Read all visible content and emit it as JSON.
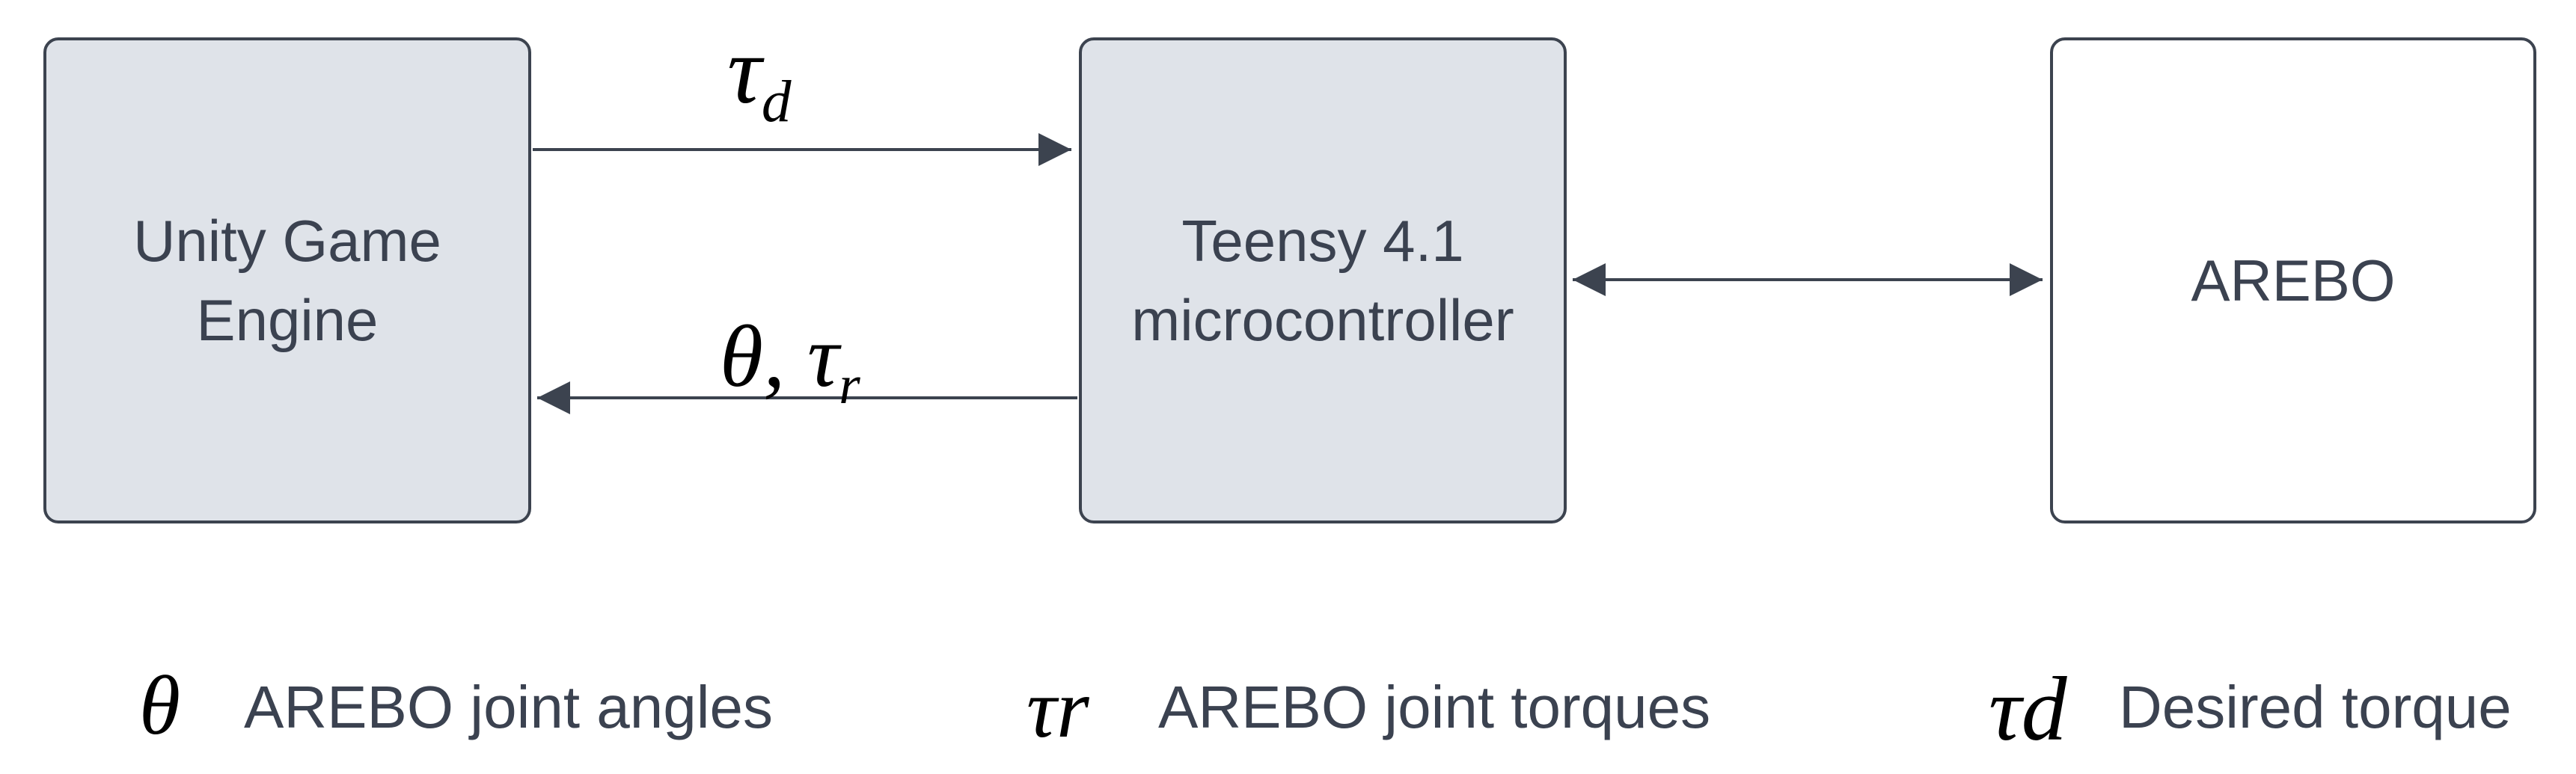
{
  "blocks": {
    "unity": "Unity Game\nEngine",
    "teensy": "Teensy 4.1\nmicrocontroller",
    "arebo": "AREBO"
  },
  "arrows": {
    "unity_to_teensy": {
      "symbol": "τ",
      "subscript": "d"
    },
    "teensy_to_unity": {
      "symbol": "θ, τ",
      "subscript": "r"
    },
    "teensy_arebo": "bidirectional"
  },
  "legend": [
    {
      "symbol": "θ",
      "subscript": "",
      "text": "AREBO joint angles"
    },
    {
      "symbol": "τ",
      "subscript": "r",
      "text": "AREBO joint torques"
    },
    {
      "symbol": "τ",
      "subscript": "d",
      "text": "Desired torque"
    }
  ],
  "colors": {
    "block_fill": "#dfe3e9",
    "block_border": "#3c434f",
    "arrow": "#3c434f",
    "text": "#3b4250"
  }
}
